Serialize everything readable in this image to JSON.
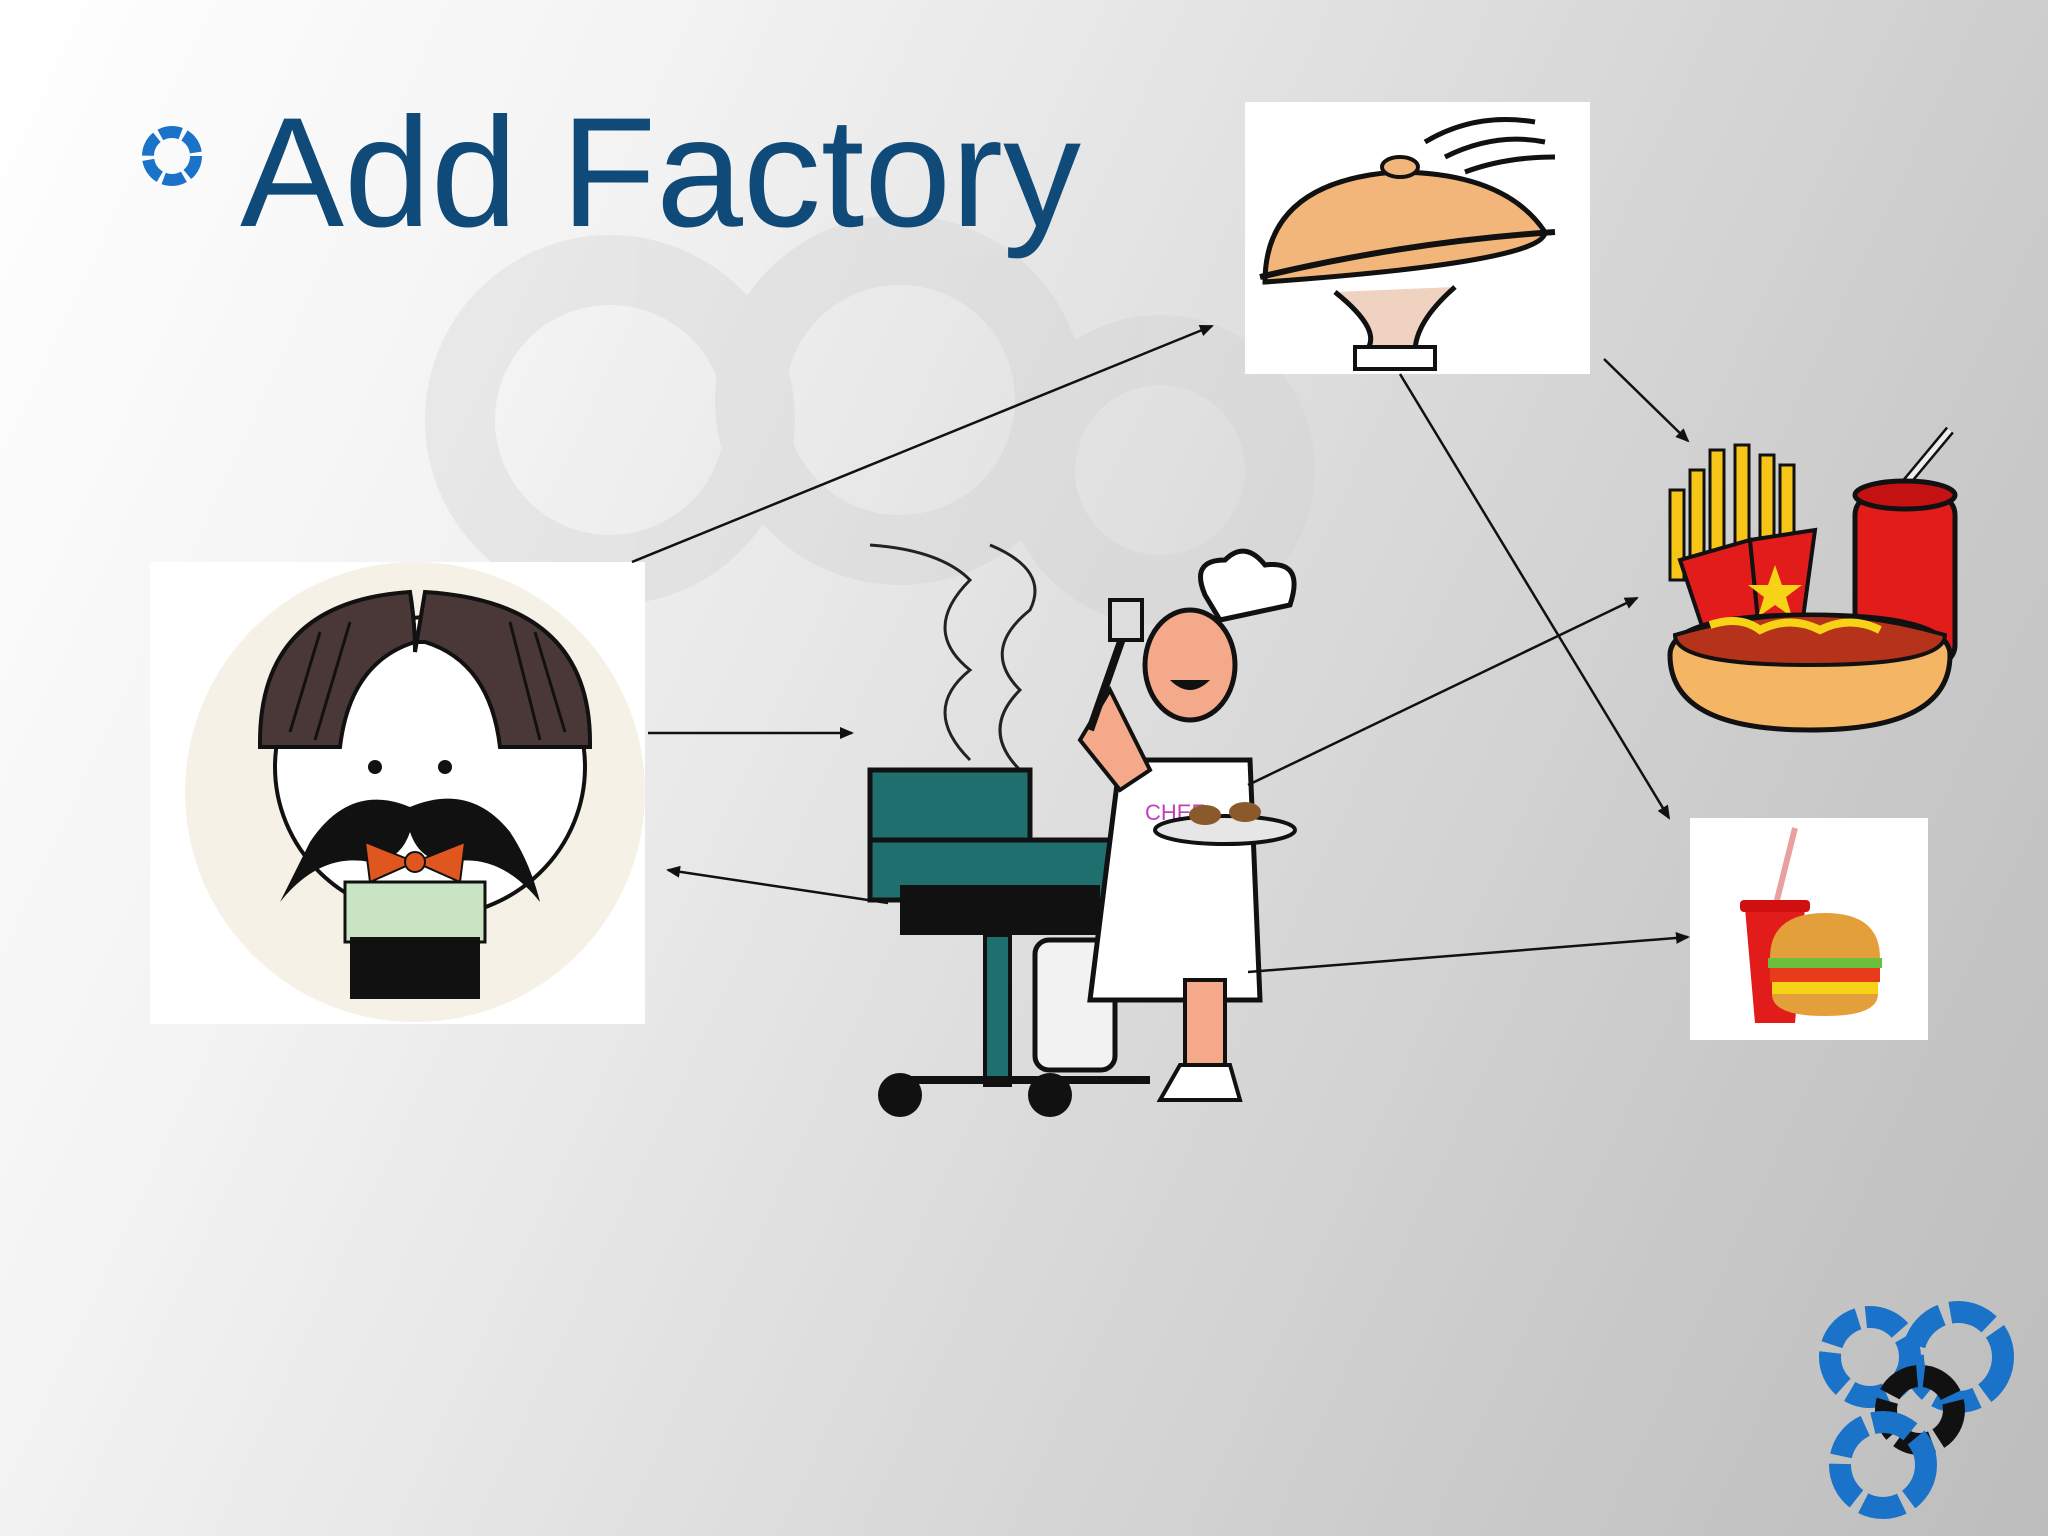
{
  "slide": {
    "title": "Add Factory",
    "bullet_icon": "ring-bullet-icon",
    "colors": {
      "title": "#0f4a78",
      "accent_blue": "#1a73c9"
    }
  },
  "diagram": {
    "nodes": [
      {
        "id": "customer",
        "icon": "mustache-man-icon"
      },
      {
        "id": "chef",
        "icon": "grill-chef-icon"
      },
      {
        "id": "waiter",
        "icon": "serving-cloche-icon"
      },
      {
        "id": "meal-hotdog",
        "icon": "fries-hotdog-soda-icon"
      },
      {
        "id": "meal-burger",
        "icon": "burger-soda-icon"
      }
    ],
    "edges": [
      {
        "from": "customer",
        "to": "waiter"
      },
      {
        "from": "customer",
        "to": "chef"
      },
      {
        "from": "chef",
        "to": "customer"
      },
      {
        "from": "chef",
        "to": "meal-hotdog"
      },
      {
        "from": "chef",
        "to": "meal-burger"
      },
      {
        "from": "waiter",
        "to": "meal-hotdog"
      },
      {
        "from": "waiter",
        "to": "meal-burger"
      }
    ]
  },
  "logo": {
    "icon": "rings-logo-icon"
  }
}
